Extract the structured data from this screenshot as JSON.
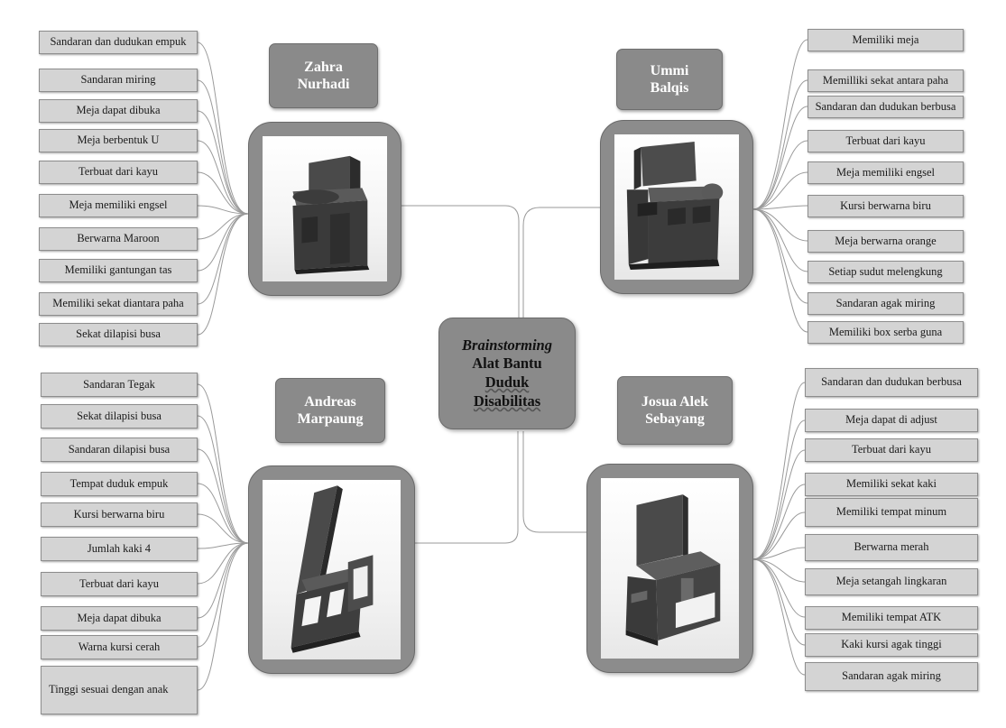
{
  "center": {
    "line1": "Brainstorming",
    "line2": "Alat Bantu",
    "line3": "Duduk",
    "line4": "Disabilitas"
  },
  "groups": {
    "zahra": {
      "name_line1": "Zahra",
      "name_line2": "Nurhadi",
      "image": "chair-render-maroon",
      "items": [
        "Sandaran dan dudukan empuk",
        "Sandaran miring",
        "Meja dapat dibuka",
        "Meja berbentuk U",
        "Terbuat dari kayu",
        "Meja memiliki engsel",
        "Berwarna Maroon",
        "Memiliki gantungan tas",
        "Memiliki sekat diantara paha",
        "Sekat dilapisi busa"
      ]
    },
    "ummi": {
      "name_line1": "Ummi",
      "name_line2": "Balqis",
      "image": "chair-render-blue",
      "items": [
        "Memiliki meja",
        "Memilliki sekat antara paha",
        "Sandaran dan dudukan berbusa",
        "Terbuat dari kayu",
        "Meja memiliki engsel",
        "Kursi berwarna biru",
        "Meja berwarna orange",
        "Setiap sudut melengkung",
        "Sandaran agak miring",
        "Memiliki box serba guna"
      ]
    },
    "andreas": {
      "name_line1": "Andreas",
      "name_line2": "Marpaung",
      "image": "chair-render-tilted",
      "items": [
        "Sandaran Tegak",
        "Sekat dilapisi busa",
        "Sandaran dilapisi busa",
        "Tempat duduk empuk",
        "Kursi berwarna biru",
        "Jumlah kaki 4",
        "Terbuat dari kayu",
        "Meja dapat dibuka",
        "Warna kursi cerah",
        "Tinggi sesuai dengan anak"
      ]
    },
    "josua": {
      "name_line1": "Josua Alek",
      "name_line2": "Sebayang",
      "image": "chair-render-red",
      "items": [
        "Sandaran dan dudukan berbusa",
        "Meja dapat di adjust",
        "Terbuat dari kayu",
        "Memiliki sekat kaki",
        "Memiliki tempat minum",
        "Berwarna merah",
        "Meja setangah lingkaran",
        "Memiliki tempat ATK",
        "Kaki kursi agak tinggi",
        "Sandaran agak miring"
      ]
    }
  }
}
